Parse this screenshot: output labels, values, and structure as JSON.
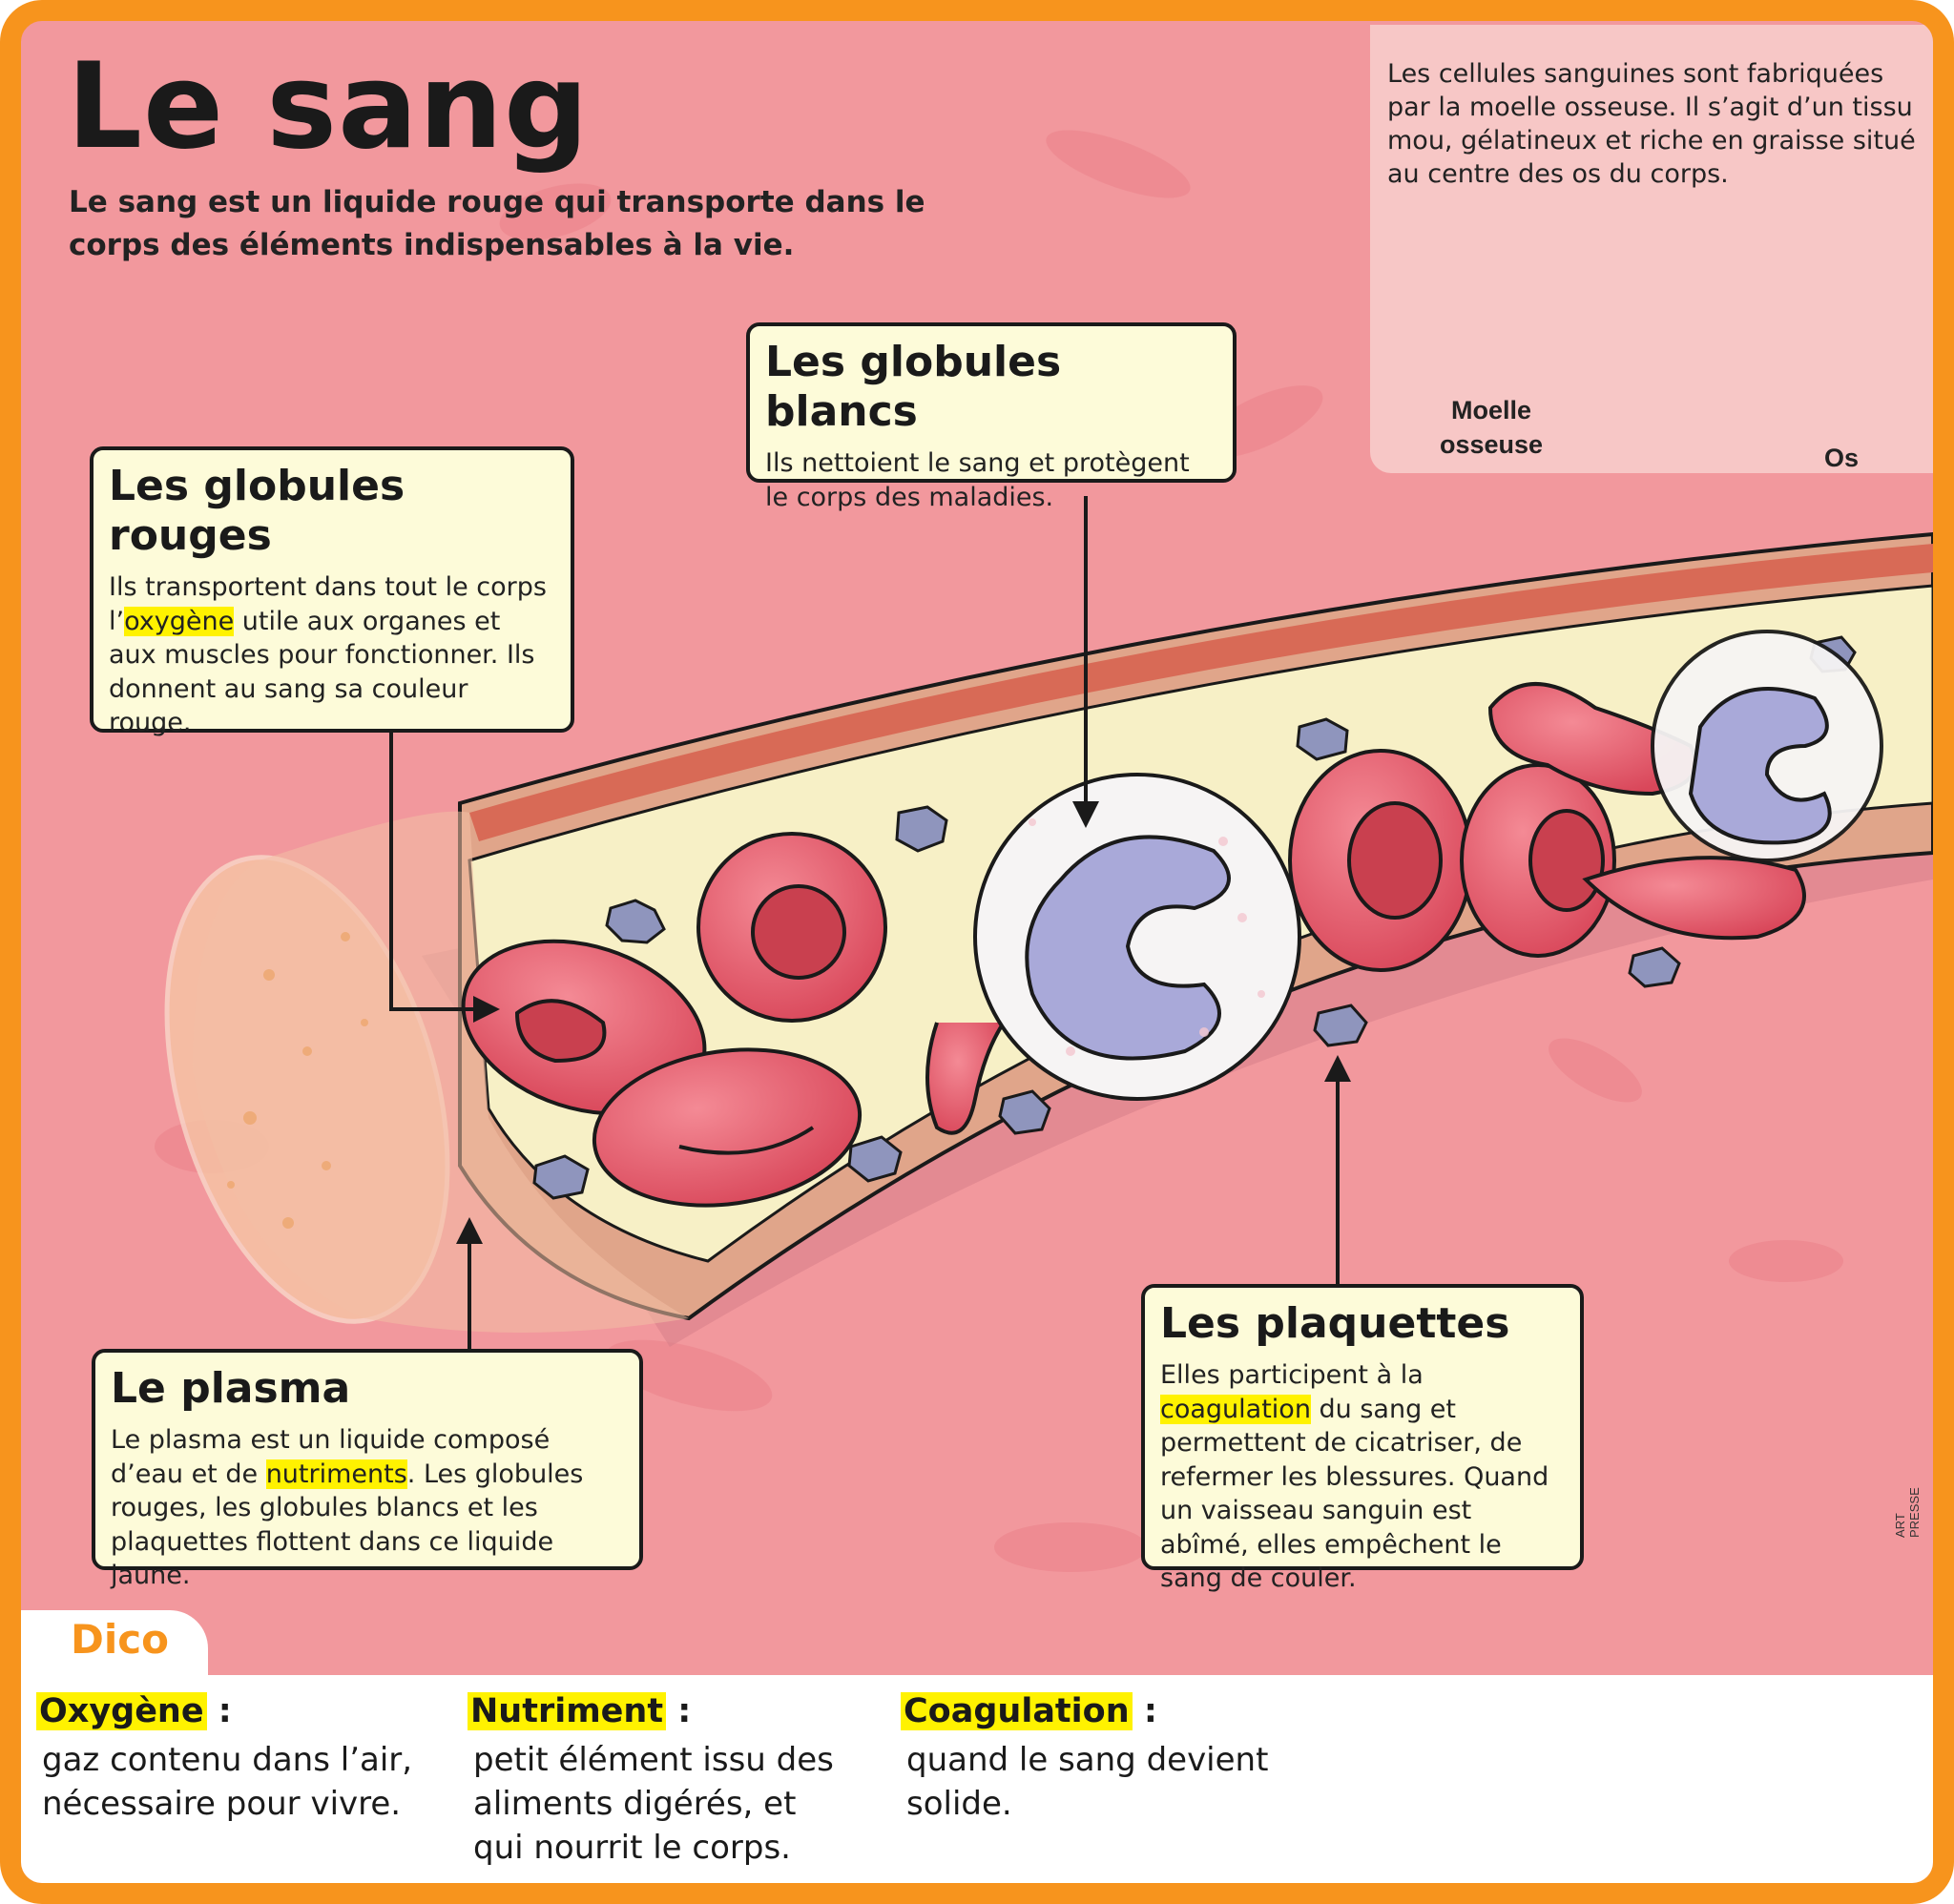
{
  "title": "Le sang",
  "intro": "Le sang est un liquide rouge qui transporte dans le corps des éléments indispensables à la vie.",
  "inset": {
    "text": "Les cellules sanguines sont fabriquées par la moelle osseuse. Il s’agit d’un tissu mou, gélatineux et riche en graisse situé au centre des os du corps.",
    "label_marrow_1": "Moelle",
    "label_marrow_2": "osseuse",
    "label_bone": "Os"
  },
  "boxes": {
    "red": {
      "title": "Les globules rouges",
      "before": "Ils transportent dans tout le corps l’",
      "highlight": "oxygène",
      "after": " utile aux organes et aux muscles pour fonctionner. Ils donnent au sang sa couleur rouge."
    },
    "white": {
      "title": "Les globules blancs",
      "text": "Ils nettoient le sang et protègent le corps des maladies."
    },
    "plasma": {
      "title": "Le plasma",
      "before": "Le plasma est un liquide composé d’eau et de ",
      "highlight": "nutriments",
      "after": ". Les globules rouges, les globules blancs et les plaquettes flottent dans ce liquide jaune."
    },
    "platelets": {
      "title": "Les plaquettes",
      "before": "Elles participent à la ",
      "highlight": "coagulation",
      "after": " du sang et permettent de cicatriser, de refermer les blessures. Quand un vaisseau sanguin est abîmé, elles empêchent le sang de couler."
    }
  },
  "credit": "ART PRESSE",
  "dico": {
    "title": "Dico",
    "entries": [
      {
        "term": "Oxygène",
        "definition": "gaz contenu dans l’air, nécessaire pour vivre."
      },
      {
        "term": "Nutriment",
        "definition": "petit élément issu des aliments digérés, et qui nourrit le corps."
      },
      {
        "term": "Coagulation",
        "definition": "quand le sang devient solide."
      }
    ]
  },
  "colors": {
    "frame": "#f7941d",
    "background": "#f2989d",
    "label_box": "#fdfbd9",
    "highlight": "#fff200",
    "red_cell": "#e85a6a",
    "white_cell_nucleus": "#a9a9d9",
    "platelet": "#8f95bd",
    "plasma": "#f7f0c6"
  }
}
